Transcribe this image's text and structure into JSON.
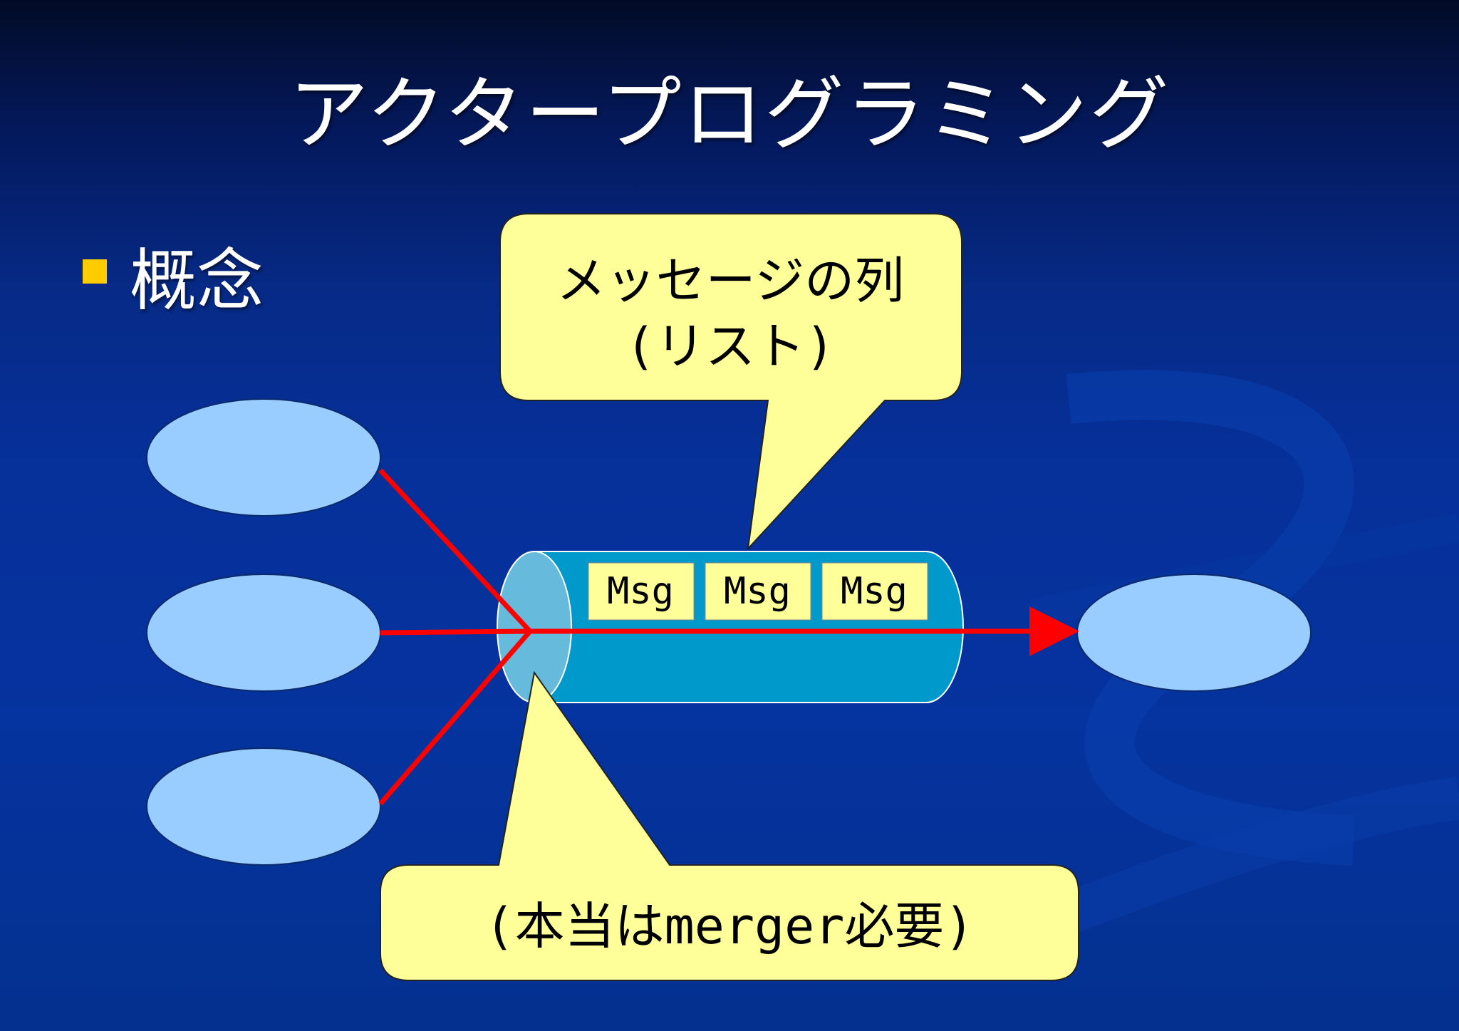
{
  "slide": {
    "title": "アクタープログラミング",
    "bullet": "概念"
  },
  "callouts": {
    "top_line1": "メッセージの列",
    "top_line2": "(リスト)",
    "bottom": "(本当はmerger必要)"
  },
  "queue": {
    "messages": [
      "Msg",
      "Msg",
      "Msg"
    ]
  },
  "colors": {
    "background": "#06309a",
    "title_text": "#ffffff",
    "bullet": "#ffcc00",
    "callout_fill": "#ffff99",
    "actor_fill": "#99ccff",
    "queue_body": "#0099cc",
    "queue_end": "#66bbdd",
    "msg_box": "#ffff99",
    "arrow": "#ff0000"
  }
}
